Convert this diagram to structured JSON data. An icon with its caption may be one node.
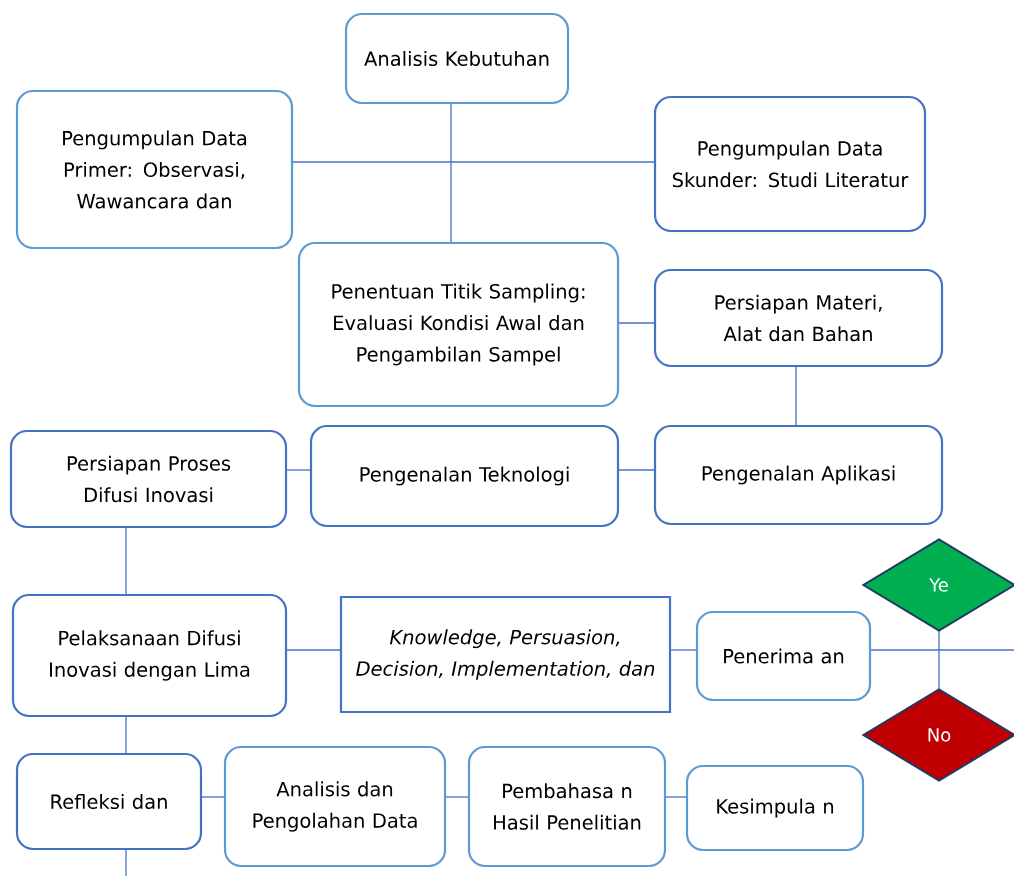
{
  "diagram": {
    "nodes": [
      {
        "text": [
          "Analisis Kebutuhan"
        ]
      },
      {
        "text": [
          "Pengumpulan Data Primer: Observasi, Wawancara dan"
        ]
      },
      {
        "text": [
          "Pengumpulan Data Skunder: Studi Literatur"
        ]
      },
      {
        "text": [
          "Penentuan Titik Sampling: Evaluasi Kondisi Awal dan Pengambilan Sampel"
        ]
      },
      {
        "text": [
          "Persiapan Materi, Alat dan Bahan"
        ]
      },
      {
        "text": [
          "Persiapan Proses Difusi Inovasi"
        ]
      },
      {
        "text": [
          "Pengenalan Teknologi"
        ]
      },
      {
        "text": [
          "Pengenalan Aplikasi"
        ]
      },
      {
        "text": [
          "Pelaksanaan Difusi Inovasi dengan Lima"
        ]
      },
      {
        "text": [
          "Knowledge, Persuasion, Decision, Implementation, dan"
        ]
      },
      {
        "text": [
          "Penerima an"
        ]
      },
      {
        "text": [
          "Ye"
        ]
      },
      {
        "text": [
          "No"
        ]
      },
      {
        "text": [
          "Refleksi dan"
        ]
      },
      {
        "text": [
          "Analisis dan Pengolahan Data"
        ]
      },
      {
        "text": [
          "Pembahasa n Hasil Penelitian"
        ]
      },
      {
        "text": [
          "Kesimpula n"
        ]
      }
    ],
    "edges": [
      {
        "from": 0,
        "to": 3,
        "arrow": "none"
      },
      {
        "from": 1,
        "to": 2,
        "arrow": "none"
      },
      {
        "from": 3,
        "to": 4,
        "arrow": "none"
      },
      {
        "from": 4,
        "to": 7,
        "arrow": "none"
      },
      {
        "from": 5,
        "to": 6,
        "arrow": "none"
      },
      {
        "from": 6,
        "to": 7,
        "arrow": "none"
      },
      {
        "from": 5,
        "to": 8,
        "arrow": "none"
      },
      {
        "from": 8,
        "to": 9,
        "arrow": "none"
      },
      {
        "from": 9,
        "to": 10,
        "arrow": "none"
      },
      {
        "from": 10,
        "to": null,
        "arrow": "none"
      },
      {
        "from": 11,
        "to": 12,
        "arrow": "none"
      },
      {
        "from": 8,
        "to": 13,
        "arrow": "none"
      },
      {
        "from": 13,
        "to": null,
        "arrow": "none"
      },
      {
        "from": 13,
        "to": 14,
        "arrow": "none"
      },
      {
        "from": 14,
        "to": 15,
        "arrow": "none"
      },
      {
        "from": 15,
        "to": 16,
        "arrow": "none"
      }
    ]
  }
}
